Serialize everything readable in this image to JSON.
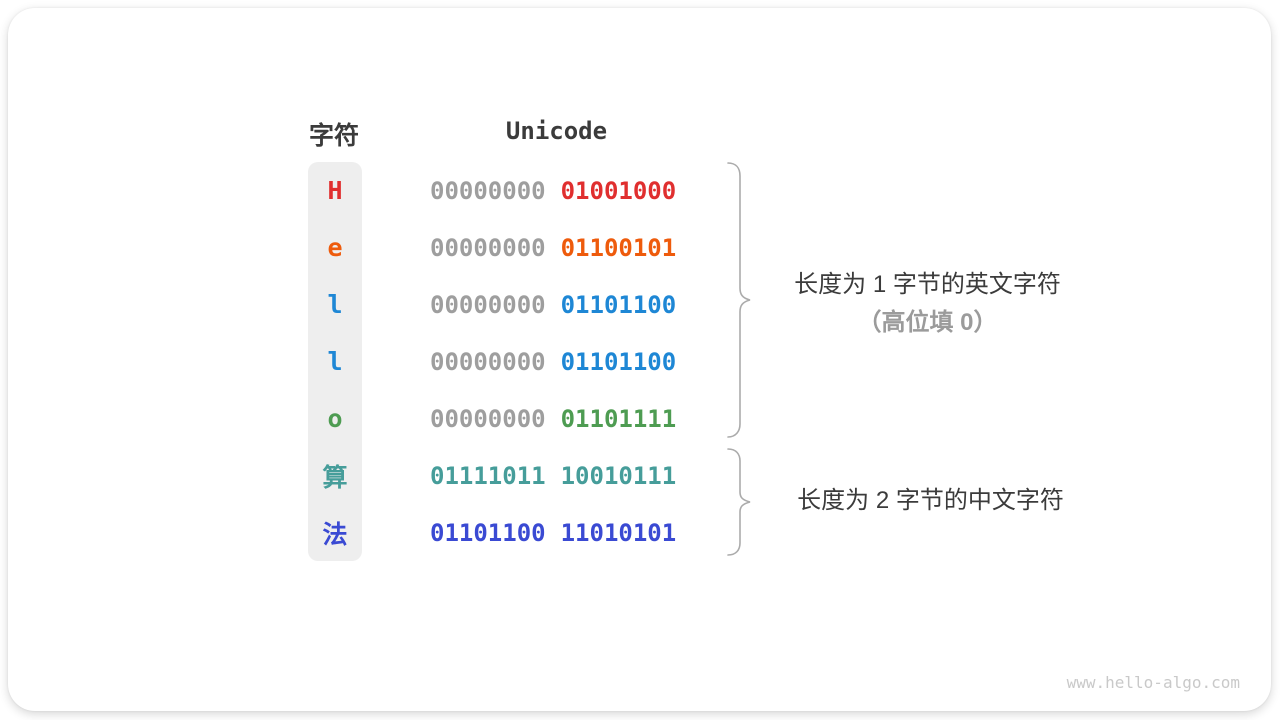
{
  "page": {
    "watermark": "www.hello-algo.com"
  },
  "table": {
    "headers": {
      "char": "字符",
      "unicode": "Unicode"
    },
    "rows": [
      {
        "char": "H",
        "color": "#e02f2f",
        "bytes": [
          {
            "text": "00000000",
            "color": "#9e9e9e"
          },
          {
            "text": "01001000",
            "color": "#e02f2f"
          }
        ]
      },
      {
        "char": "e",
        "color": "#ee5b0c",
        "bytes": [
          {
            "text": "00000000",
            "color": "#9e9e9e"
          },
          {
            "text": "01100101",
            "color": "#ee5b0c"
          }
        ]
      },
      {
        "char": "l",
        "color": "#1e87d5",
        "bytes": [
          {
            "text": "00000000",
            "color": "#9e9e9e"
          },
          {
            "text": "01101100",
            "color": "#1e87d5"
          }
        ]
      },
      {
        "char": "l",
        "color": "#1e87d5",
        "bytes": [
          {
            "text": "00000000",
            "color": "#9e9e9e"
          },
          {
            "text": "01101100",
            "color": "#1e87d5"
          }
        ]
      },
      {
        "char": "o",
        "color": "#4e9c52",
        "bytes": [
          {
            "text": "00000000",
            "color": "#9e9e9e"
          },
          {
            "text": "01101111",
            "color": "#4e9c52"
          }
        ]
      },
      {
        "char": "算",
        "color": "#469d9a",
        "bytes": [
          {
            "text": "01111011",
            "color": "#469d9a"
          },
          {
            "text": "10010111",
            "color": "#469d9a"
          }
        ]
      },
      {
        "char": "法",
        "color": "#3a4ad3",
        "bytes": [
          {
            "text": "01101100",
            "color": "#3a4ad3"
          },
          {
            "text": "11010101",
            "color": "#3a4ad3"
          }
        ]
      }
    ]
  },
  "annotations": {
    "group1": {
      "line1": "长度为 1 字节的英文字符",
      "line2": "（高位填 0）"
    },
    "group2": {
      "line1": "长度为 2 字节的中文字符"
    }
  },
  "colors": {
    "text_dark": "#3b3b3b",
    "text_gray": "#9b9b9b",
    "zero_padding_gray": "#9e9e9e",
    "column_background": "#eeeeee",
    "brace": "#ababab",
    "watermark": "#c9c9c9"
  }
}
